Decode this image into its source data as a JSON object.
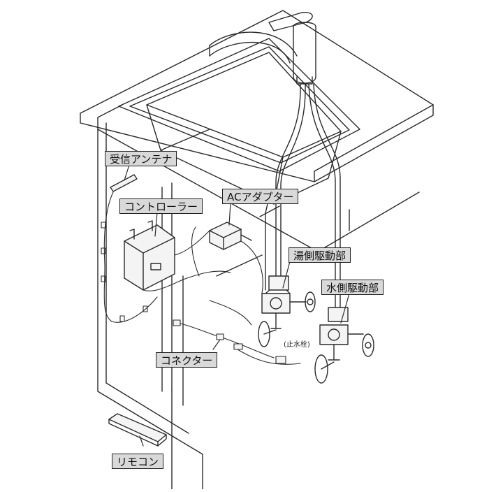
{
  "labels": {
    "antenna": "受信アンテナ",
    "controller": "コントローラー",
    "ac_adapter": "ACアダプター",
    "hot_drive": "湯側駆動部",
    "cold_drive": "水側駆動部",
    "connector": "コネクター",
    "shutoff_valve": "(止水栓)",
    "remote": "リモコン"
  },
  "colors": {
    "line": "#2a2a2a",
    "label_fill": "#d9d9d9",
    "part_fill": "#f4f4f4"
  }
}
